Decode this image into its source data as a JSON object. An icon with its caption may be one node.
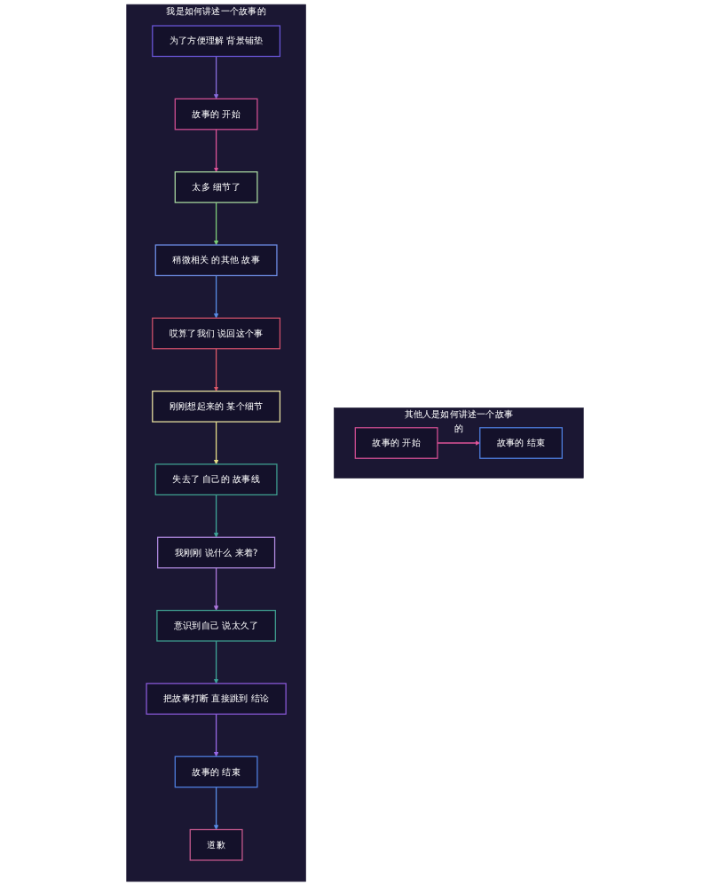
{
  "diagram": {
    "nodes": [
      {
        "text": [
          "其他人是如何讲述一个故事的"
        ]
      },
      {
        "text": [
          "故事的 开始"
        ],
        "in": 0
      },
      {
        "text": [
          "故事的 结束"
        ],
        "in": 0
      },
      {
        "text": [
          "我是如何讲述一个故事的"
        ]
      },
      {
        "text": [
          "为了方便理解 背景铺垫"
        ],
        "in": 3
      },
      {
        "text": [
          "故事的 开始"
        ],
        "in": 3
      },
      {
        "text": [
          "太多 细节了"
        ],
        "in": 3
      },
      {
        "text": [
          "稍微相关 的其他 故事"
        ],
        "in": 3
      },
      {
        "text": [
          "道歉"
        ],
        "in": 3
      },
      {
        "text": [
          "故事的 结束"
        ],
        "in": 3
      },
      {
        "text": [
          "哎算了我们 说回这个事"
        ],
        "in": 3
      },
      {
        "text": [
          "意识到自己 说太久了"
        ],
        "in": 3
      },
      {
        "text": [
          "我刚刚 说什么 来着?"
        ],
        "in": 3
      },
      {
        "text": [
          "刚刚想起来的 某个细节"
        ],
        "in": 3
      },
      {
        "text": [
          "把故事打断 直接跳到 结论"
        ],
        "in": 3
      },
      {
        "text": [
          "失去了 自己的 故事线"
        ],
        "in": 3
      }
    ],
    "edges": [
      {
        "from": 1,
        "to": 2,
        "arrow": "to",
        "color": "#e0559a"
      },
      {
        "from": 4,
        "to": 5,
        "arrow": "to",
        "color": "#8a6fe0"
      },
      {
        "from": 5,
        "to": 6,
        "arrow": "to",
        "color": "#e0559a"
      },
      {
        "from": 6,
        "to": 7,
        "arrow": "to",
        "color": "#7fd07a"
      },
      {
        "from": 7,
        "to": 10,
        "arrow": "to",
        "color": "#5a8ee8"
      },
      {
        "from": 10,
        "to": 13,
        "arrow": "to",
        "color": "#e05a6a"
      },
      {
        "from": 13,
        "to": 15,
        "arrow": "to",
        "color": "#e8e08a"
      },
      {
        "from": 15,
        "to": 12,
        "arrow": "to",
        "color": "#3fa89a"
      },
      {
        "from": 12,
        "to": 11,
        "arrow": "to",
        "color": "#b07ae0"
      },
      {
        "from": 11,
        "to": 14,
        "arrow": "to",
        "color": "#3fa89a"
      },
      {
        "from": 14,
        "to": 9,
        "arrow": "to",
        "color": "#9a6ae8"
      },
      {
        "from": 9,
        "to": 8,
        "arrow": "to",
        "color": "#5a8ee8"
      }
    ]
  }
}
